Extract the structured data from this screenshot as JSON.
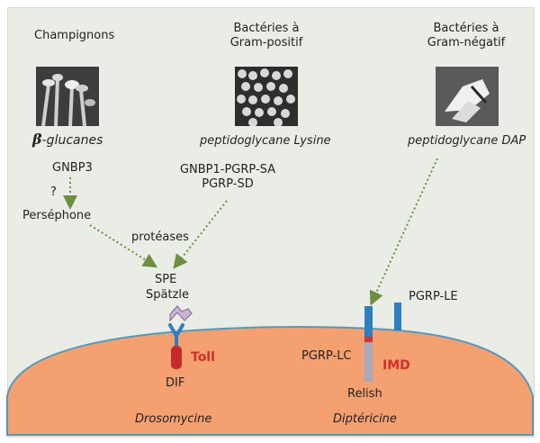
{
  "sources": {
    "fungi": {
      "title": "Champignons",
      "ligand_symbol": "β",
      "ligand_rest": "-glucanes"
    },
    "gram_pos": {
      "title_line1": "Bactéries à",
      "title_line2": "Gram-positif",
      "ligand": "peptidoglycane Lysine"
    },
    "gram_neg": {
      "title_line1": "Bactéries à",
      "title_line2": "Gram-négatif",
      "ligand": "peptidoglycane DAP"
    }
  },
  "labels": {
    "gnbp3": "GNBP3",
    "question": "?",
    "persephone": "Perséphone",
    "gnbp1_line1": "GNBP1-PGRP-SA",
    "gnbp1_line2": "PGRP-SD",
    "proteases": "protéases",
    "spe": "SPE",
    "spatzle": "Spätzle",
    "toll": "Toll",
    "dif": "DIF",
    "drosomycine": "Drosomycine",
    "pgrp_le": "PGRP-LE",
    "pgrp_lc": "PGRP-LC",
    "imd": "IMD",
    "relish": "Relish",
    "diptericine": "Diptéricine"
  },
  "colors": {
    "cell": "#f4a070",
    "cell_edge": "#5a97b8",
    "arrow": "#6d8f3f",
    "receptor_blue": "#2f7ec1",
    "receptor_red": "#c93838",
    "toll_red": "#c52b2b",
    "spatzle_lilac": "#c9b6d3",
    "lc_stem": "#a7a9bd"
  }
}
